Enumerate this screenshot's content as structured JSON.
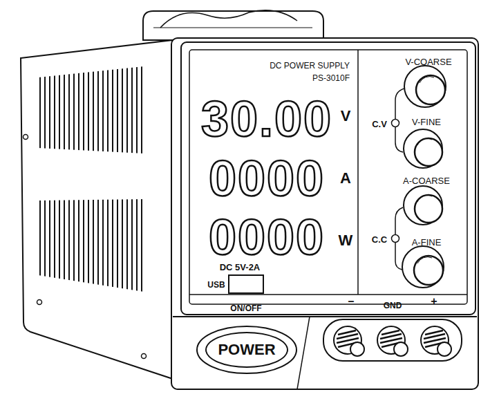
{
  "diagram": {
    "nodes": [
      {
        "text": [
          "POWER"
        ]
      }
    ],
    "labels": [
      "DC POWER SUPPLY",
      "PS-3010F",
      "30.00",
      "V",
      "0000",
      "A",
      "0000",
      "W",
      "DC 5V-2A",
      "USB",
      "ON/OFF",
      "–",
      "GND",
      "+",
      "V-COARSE",
      "C.V",
      "V-FINE",
      "A-COARSE",
      "C.C",
      "A-FINE"
    ]
  }
}
